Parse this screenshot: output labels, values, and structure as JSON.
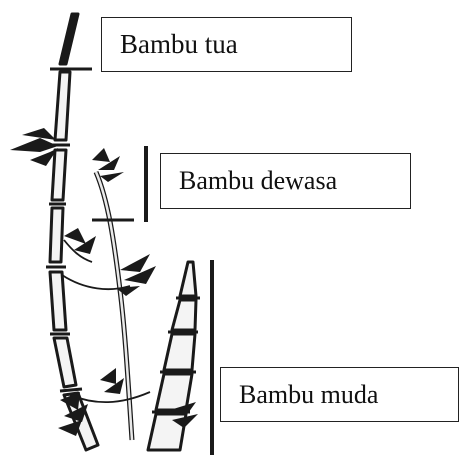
{
  "labels": {
    "tua": "Bambu tua",
    "dewasa": "Bambu dewasa",
    "muda": "Bambu muda"
  },
  "colors": {
    "ink": "#1a1a1a",
    "stem_light": "#e9e9e9",
    "background": "#ffffff"
  }
}
